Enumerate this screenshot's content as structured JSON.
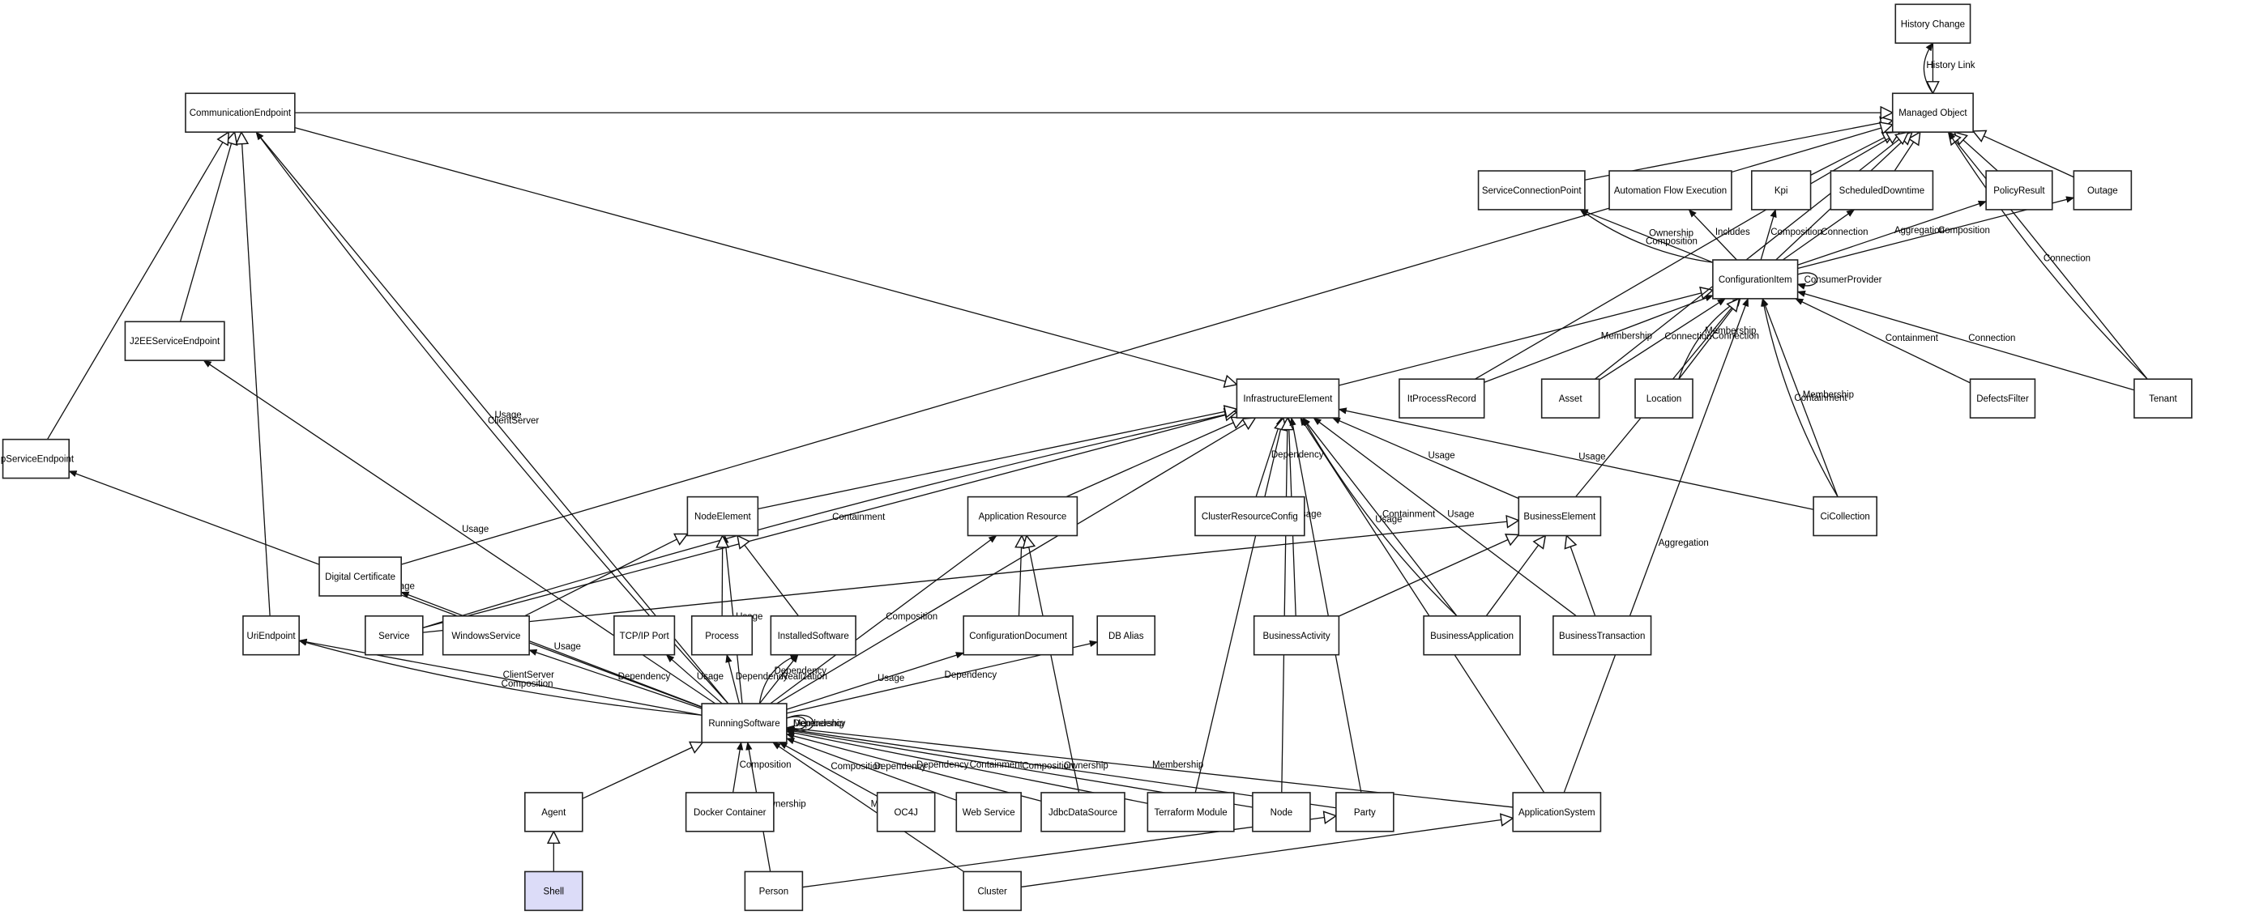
{
  "diagram": {
    "title": "CMDB Class Relationship Diagram",
    "selected_node": "Shell",
    "highlight_color": "#dcdcf8",
    "nodes": [
      {
        "id": "HistoryChange",
        "label": "History Change"
      },
      {
        "id": "ManagedObject",
        "label": "Managed Object"
      },
      {
        "id": "CommunicationEndpoint",
        "label": "CommunicationEndpoint"
      },
      {
        "id": "ServiceConnectionPoint",
        "label": "ServiceConnectionPoint"
      },
      {
        "id": "AutomationFlowExecution",
        "label": "Automation Flow Execution"
      },
      {
        "id": "Kpi",
        "label": "Kpi"
      },
      {
        "id": "ScheduledDowntime",
        "label": "ScheduledDowntime"
      },
      {
        "id": "PolicyResult",
        "label": "PolicyResult"
      },
      {
        "id": "Outage",
        "label": "Outage"
      },
      {
        "id": "ConfigurationItem",
        "label": "ConfigurationItem"
      },
      {
        "id": "J2EEServiceEndpoint",
        "label": "J2EEServiceEndpoint"
      },
      {
        "id": "InfrastructureElement",
        "label": "InfrastructureElement"
      },
      {
        "id": "ItProcessRecord",
        "label": "ItProcessRecord"
      },
      {
        "id": "Asset",
        "label": "Asset"
      },
      {
        "id": "Location",
        "label": "Location"
      },
      {
        "id": "DefectsFilter",
        "label": "DefectsFilter"
      },
      {
        "id": "Tenant",
        "label": "Tenant"
      },
      {
        "id": "IpServiceEndpoint",
        "label": "IpServiceEndpoint"
      },
      {
        "id": "NodeElement",
        "label": "NodeElement"
      },
      {
        "id": "ApplicationResource",
        "label": "Application Resource"
      },
      {
        "id": "ClusterResourceConfig",
        "label": "ClusterResourceConfig"
      },
      {
        "id": "BusinessElement",
        "label": "BusinessElement"
      },
      {
        "id": "CiCollection",
        "label": "CiCollection"
      },
      {
        "id": "DigitalCertificate",
        "label": "Digital Certificate"
      },
      {
        "id": "UriEndpoint",
        "label": "UriEndpoint"
      },
      {
        "id": "Service",
        "label": "Service"
      },
      {
        "id": "WindowsService",
        "label": "WindowsService"
      },
      {
        "id": "TcpIpPort",
        "label": "TCP/IP Port"
      },
      {
        "id": "Process",
        "label": "Process"
      },
      {
        "id": "InstalledSoftware",
        "label": "InstalledSoftware"
      },
      {
        "id": "ConfigurationDocument",
        "label": "ConfigurationDocument"
      },
      {
        "id": "DbAlias",
        "label": "DB Alias"
      },
      {
        "id": "BusinessActivity",
        "label": "BusinessActivity"
      },
      {
        "id": "BusinessApplication",
        "label": "BusinessApplication"
      },
      {
        "id": "BusinessTransaction",
        "label": "BusinessTransaction"
      },
      {
        "id": "RunningSoftware",
        "label": "RunningSoftware"
      },
      {
        "id": "Agent",
        "label": "Agent"
      },
      {
        "id": "DockerContainer",
        "label": "Docker Container"
      },
      {
        "id": "OC4J",
        "label": "OC4J"
      },
      {
        "id": "WebService",
        "label": "Web Service"
      },
      {
        "id": "JdbcDataSource",
        "label": "JdbcDataSource"
      },
      {
        "id": "TerraformModule",
        "label": "Terraform Module"
      },
      {
        "id": "Node",
        "label": "Node"
      },
      {
        "id": "Party",
        "label": "Party"
      },
      {
        "id": "ApplicationSystem",
        "label": "ApplicationSystem"
      },
      {
        "id": "Shell",
        "label": "Shell"
      },
      {
        "id": "Person",
        "label": "Person"
      },
      {
        "id": "Cluster",
        "label": "Cluster"
      }
    ],
    "edges": [
      {
        "from": "HistoryChange",
        "to": "ManagedObject",
        "kind": "inherit",
        "label": ""
      },
      {
        "from": "ManagedObject",
        "to": "HistoryChange",
        "kind": "assoc",
        "label": "History Link"
      },
      {
        "from": "ServiceConnectionPoint",
        "to": "ManagedObject",
        "kind": "inherit",
        "label": ""
      },
      {
        "from": "Kpi",
        "to": "ManagedObject",
        "kind": "inherit",
        "label": ""
      },
      {
        "from": "ScheduledDowntime",
        "to": "ManagedObject",
        "kind": "inherit",
        "label": ""
      },
      {
        "from": "PolicyResult",
        "to": "ManagedObject",
        "kind": "inherit",
        "label": ""
      },
      {
        "from": "Outage",
        "to": "ManagedObject",
        "kind": "inherit",
        "label": ""
      },
      {
        "from": "ConfigurationItem",
        "to": "ManagedObject",
        "kind": "inherit",
        "label": ""
      },
      {
        "from": "Tenant",
        "to": "ManagedObject",
        "kind": "inherit",
        "label": ""
      },
      {
        "from": "Tenant",
        "to": "ManagedObject",
        "kind": "assoc",
        "label": "Connection"
      },
      {
        "from": "CommunicationEndpoint",
        "to": "ManagedObject",
        "kind": "inherit",
        "label": ""
      },
      {
        "from": "ConfigurationItem",
        "to": "ServiceConnectionPoint",
        "kind": "assoc",
        "label": "Ownership"
      },
      {
        "from": "ConfigurationItem",
        "to": "ServiceConnectionPoint",
        "kind": "assoc",
        "label": "Composition"
      },
      {
        "from": "ConfigurationItem",
        "to": "AutomationFlowExecution",
        "kind": "assoc",
        "label": "Includes"
      },
      {
        "from": "ConfigurationItem",
        "to": "Kpi",
        "kind": "assoc",
        "label": "Composition"
      },
      {
        "from": "ConfigurationItem",
        "to": "ScheduledDowntime",
        "kind": "assoc",
        "label": "Connection"
      },
      {
        "from": "ConfigurationItem",
        "to": "PolicyResult",
        "kind": "assoc",
        "label": "Aggregation"
      },
      {
        "from": "ConfigurationItem",
        "to": "Outage",
        "kind": "assoc",
        "label": "Composition"
      },
      {
        "from": "ConfigurationItem",
        "to": "ConfigurationItem",
        "kind": "assoc",
        "label": "ConsumerProvider"
      },
      {
        "from": "ItProcessRecord",
        "to": "ConfigurationItem",
        "kind": "assoc",
        "label": "Membership"
      },
      {
        "from": "Asset",
        "to": "ConfigurationItem",
        "kind": "assoc",
        "label": "Connection"
      },
      {
        "from": "Location",
        "to": "ConfigurationItem",
        "kind": "assoc",
        "label": "Connection"
      },
      {
        "from": "Location",
        "to": "ConfigurationItem",
        "kind": "assoc",
        "label": "Membership"
      },
      {
        "from": "DefectsFilter",
        "to": "ConfigurationItem",
        "kind": "assoc",
        "label": "Containment"
      },
      {
        "from": "Tenant",
        "to": "ConfigurationItem",
        "kind": "assoc",
        "label": "Connection"
      },
      {
        "from": "CiCollection",
        "to": "ConfigurationItem",
        "kind": "assoc",
        "label": "Membership"
      },
      {
        "from": "CiCollection",
        "to": "ConfigurationItem",
        "kind": "assoc",
        "label": "Containment"
      },
      {
        "from": "ApplicationSystem",
        "to": "ConfigurationItem",
        "kind": "assoc",
        "label": "Aggregation"
      },
      {
        "from": "InfrastructureElement",
        "to": "ConfigurationItem",
        "kind": "inherit",
        "label": ""
      },
      {
        "from": "BusinessElement",
        "to": "ConfigurationItem",
        "kind": "inherit",
        "label": ""
      },
      {
        "from": "J2EEServiceEndpoint",
        "to": "CommunicationEndpoint",
        "kind": "inherit",
        "label": ""
      },
      {
        "from": "IpServiceEndpoint",
        "to": "CommunicationEndpoint",
        "kind": "inherit",
        "label": ""
      },
      {
        "from": "UriEndpoint",
        "to": "CommunicationEndpoint",
        "kind": "inherit",
        "label": ""
      },
      {
        "from": "RunningSoftware",
        "to": "CommunicationEndpoint",
        "kind": "assoc",
        "label": "Usage"
      },
      {
        "from": "RunningSoftware",
        "to": "CommunicationEndpoint",
        "kind": "assoc",
        "label": "ClientServer"
      },
      {
        "from": "CommunicationEndpoint",
        "to": "InfrastructureElement",
        "kind": "inherit",
        "label": ""
      },
      {
        "from": "RunningSoftware",
        "to": "J2EEServiceEndpoint",
        "kind": "assoc",
        "label": "Usage"
      },
      {
        "from": "RunningSoftware",
        "to": "IpServiceEndpoint",
        "kind": "assoc",
        "label": "Usage"
      },
      {
        "from": "RunningSoftware",
        "to": "UriEndpoint",
        "kind": "assoc",
        "label": "ClientServer"
      },
      {
        "from": "RunningSoftware",
        "to": "UriEndpoint",
        "kind": "assoc",
        "label": "Composition"
      },
      {
        "from": "RunningSoftware",
        "to": "DigitalCertificate",
        "kind": "assoc",
        "label": "Usage"
      },
      {
        "from": "RunningSoftware",
        "to": "WindowsService",
        "kind": "assoc",
        "label": "Dependency"
      },
      {
        "from": "RunningSoftware",
        "to": "TcpIpPort",
        "kind": "assoc",
        "label": "Usage"
      },
      {
        "from": "RunningSoftware",
        "to": "Process",
        "kind": "assoc",
        "label": "Dependency"
      },
      {
        "from": "RunningSoftware",
        "to": "InstalledSoftware",
        "kind": "assoc",
        "label": "Realization"
      },
      {
        "from": "RunningSoftware",
        "to": "InstalledSoftware",
        "kind": "assoc",
        "label": "Dependency"
      },
      {
        "from": "RunningSoftware",
        "to": "ApplicationResource",
        "kind": "assoc",
        "label": "Composition"
      },
      {
        "from": "RunningSoftware",
        "to": "ConfigurationDocument",
        "kind": "assoc",
        "label": "Usage"
      },
      {
        "from": "RunningSoftware",
        "to": "DbAlias",
        "kind": "assoc",
        "label": "Dependency"
      },
      {
        "from": "RunningSoftware",
        "to": "NodeElement",
        "kind": "assoc",
        "label": "Usage"
      },
      {
        "from": "RunningSoftware",
        "to": "RunningSoftware",
        "kind": "assoc",
        "label": "Dependency"
      },
      {
        "from": "RunningSoftware",
        "to": "RunningSoftware",
        "kind": "assoc",
        "label": "Membership"
      },
      {
        "from": "RunningSoftware",
        "to": "InfrastructureElement",
        "kind": "inherit",
        "label": ""
      },
      {
        "from": "DigitalCertificate",
        "to": "ManagedObject",
        "kind": "inherit",
        "label": ""
      },
      {
        "from": "Service",
        "to": "InfrastructureElement",
        "kind": "assoc",
        "label": "Containment"
      },
      {
        "from": "Service",
        "to": "InfrastructureElement",
        "kind": "inherit",
        "label": ""
      },
      {
        "from": "Service",
        "to": "BusinessElement",
        "kind": "inherit",
        "label": ""
      },
      {
        "from": "WindowsService",
        "to": "NodeElement",
        "kind": "inherit",
        "label": ""
      },
      {
        "from": "Process",
        "to": "NodeElement",
        "kind": "inherit",
        "label": ""
      },
      {
        "from": "InstalledSoftware",
        "to": "NodeElement",
        "kind": "inherit",
        "label": ""
      },
      {
        "from": "NodeElement",
        "to": "InfrastructureElement",
        "kind": "inherit",
        "label": ""
      },
      {
        "from": "ConfigurationDocument",
        "to": "ApplicationResource",
        "kind": "inherit",
        "label": ""
      },
      {
        "from": "JdbcDataSource",
        "to": "ApplicationResource",
        "kind": "inherit",
        "label": ""
      },
      {
        "from": "ApplicationResource",
        "to": "InfrastructureElement",
        "kind": "inherit",
        "label": ""
      },
      {
        "from": "ClusterResourceConfig",
        "to": "InfrastructureElement",
        "kind": "assoc",
        "label": "Dependency"
      },
      {
        "from": "BusinessActivity",
        "to": "InfrastructureElement",
        "kind": "assoc",
        "label": "Usage"
      },
      {
        "from": "BusinessApplication",
        "to": "InfrastructureElement",
        "kind": "assoc",
        "label": "Containment"
      },
      {
        "from": "BusinessApplication",
        "to": "InfrastructureElement",
        "kind": "assoc",
        "label": "Usage"
      },
      {
        "from": "BusinessTransaction",
        "to": "InfrastructureElement",
        "kind": "assoc",
        "label": "Usage"
      },
      {
        "from": "BusinessElement",
        "to": "InfrastructureElement",
        "kind": "assoc",
        "label": "Usage"
      },
      {
        "from": "CiCollection",
        "to": "InfrastructureElement",
        "kind": "assoc",
        "label": "Usage"
      },
      {
        "from": "BusinessActivity",
        "to": "BusinessElement",
        "kind": "inherit",
        "label": ""
      },
      {
        "from": "BusinessApplication",
        "to": "BusinessElement",
        "kind": "inherit",
        "label": ""
      },
      {
        "from": "BusinessTransaction",
        "to": "BusinessElement",
        "kind": "inherit",
        "label": ""
      },
      {
        "from": "Agent",
        "to": "RunningSoftware",
        "kind": "inherit",
        "label": ""
      },
      {
        "from": "Shell",
        "to": "Agent",
        "kind": "inherit",
        "label": ""
      },
      {
        "from": "DockerContainer",
        "to": "RunningSoftware",
        "kind": "assoc",
        "label": "Composition"
      },
      {
        "from": "OC4J",
        "to": "RunningSoftware",
        "kind": "assoc",
        "label": "Composition"
      },
      {
        "from": "WebService",
        "to": "RunningSoftware",
        "kind": "assoc",
        "label": "Dependency"
      },
      {
        "from": "JdbcDataSource",
        "to": "RunningSoftware",
        "kind": "assoc",
        "label": "Dependency"
      },
      {
        "from": "TerraformModule",
        "to": "RunningSoftware",
        "kind": "assoc",
        "label": "Containment"
      },
      {
        "from": "Node",
        "to": "RunningSoftware",
        "kind": "assoc",
        "label": "Composition"
      },
      {
        "from": "Party",
        "to": "RunningSoftware",
        "kind": "assoc",
        "label": "Ownership"
      },
      {
        "from": "ApplicationSystem",
        "to": "RunningSoftware",
        "kind": "assoc",
        "label": "Membership"
      },
      {
        "from": "Person",
        "to": "RunningSoftware",
        "kind": "assoc",
        "label": "Ownership"
      },
      {
        "from": "Cluster",
        "to": "RunningSoftware",
        "kind": "assoc",
        "label": "Membership"
      },
      {
        "from": "Person",
        "to": "Party",
        "kind": "inherit",
        "label": ""
      },
      {
        "from": "Cluster",
        "to": "ApplicationSystem",
        "kind": "inherit",
        "label": ""
      },
      {
        "from": "TerraformModule",
        "to": "InfrastructureElement",
        "kind": "inherit",
        "label": ""
      },
      {
        "from": "Node",
        "to": "InfrastructureElement",
        "kind": "inherit",
        "label": ""
      },
      {
        "from": "Party",
        "to": "InfrastructureElement",
        "kind": "assoc",
        "label": ""
      },
      {
        "from": "ApplicationSystem",
        "to": "InfrastructureElement",
        "kind": "assoc",
        "label": ""
      },
      {
        "from": "ItProcessRecord",
        "to": "ManagedObject",
        "kind": "inherit",
        "label": ""
      },
      {
        "from": "Asset",
        "to": "ManagedObject",
        "kind": "inherit",
        "label": ""
      }
    ]
  }
}
